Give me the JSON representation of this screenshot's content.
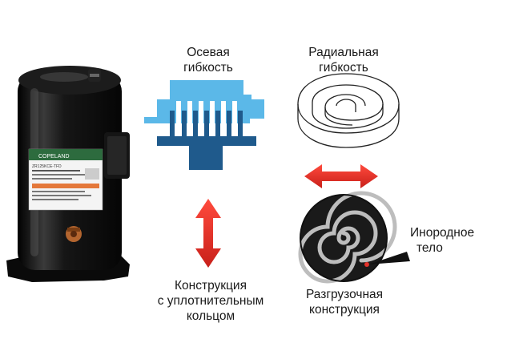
{
  "labels": {
    "axial": [
      "Осевая",
      "гибкость"
    ],
    "radial": [
      "Радиальная",
      "гибкость"
    ],
    "seal": [
      "Конструкция",
      "с уплотнительным",
      "кольцом"
    ],
    "unloading": [
      "Разгрузочная",
      "конструкция"
    ],
    "foreign": [
      "Инородное",
      "тело"
    ]
  },
  "compressor_label": {
    "header": "COPELAND",
    "model": "ZR125KCE-TFD"
  },
  "colors": {
    "axial_blue": "#5bb8e8",
    "axial_navy": "#1f5a8c",
    "arrow_red": "#e2322b",
    "compressor_black": "#111111",
    "label_green": "#2d6b3e"
  }
}
